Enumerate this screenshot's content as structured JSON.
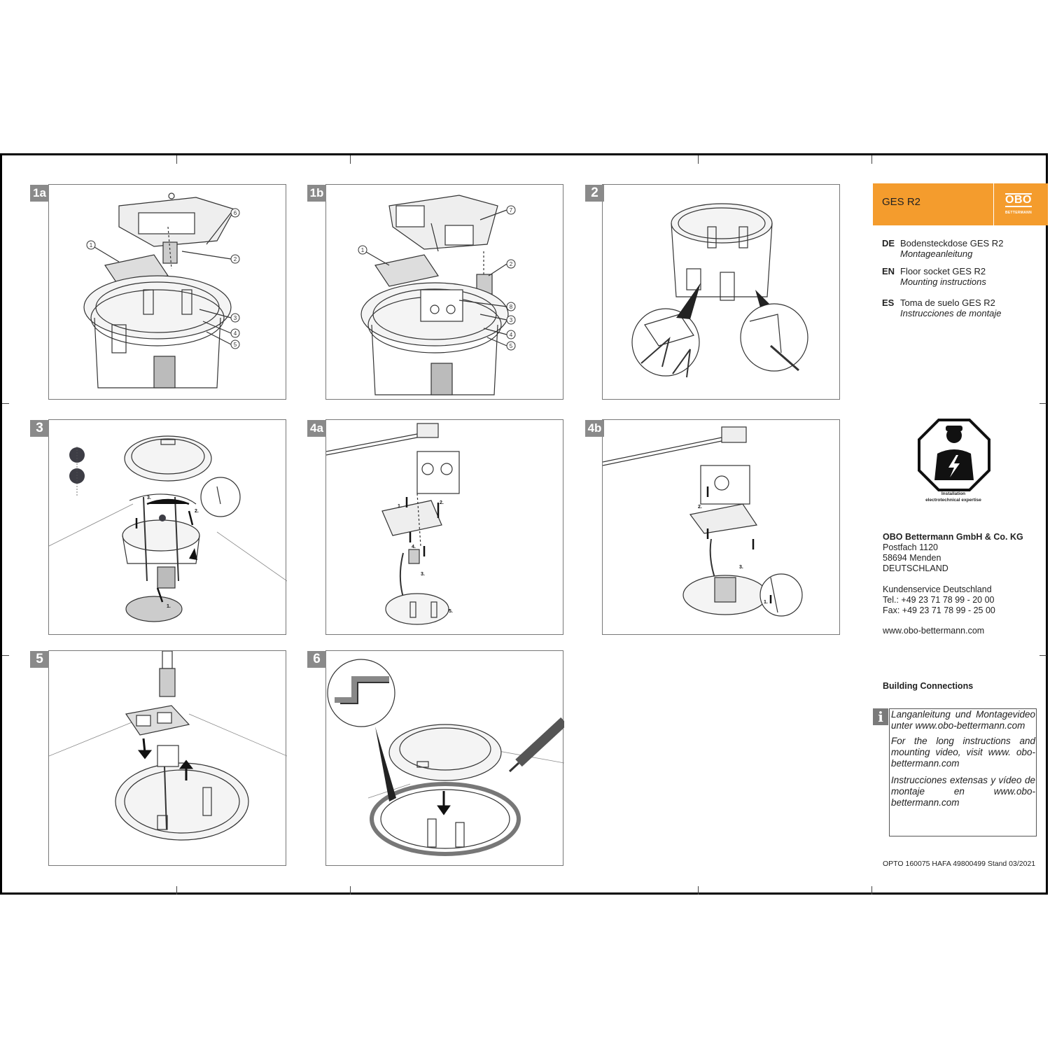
{
  "steps": {
    "s1a": "1a",
    "s1b": "1b",
    "s2": "2",
    "s3": "3",
    "s4a": "4a",
    "s4b": "4b",
    "s5": "5",
    "s6": "6"
  },
  "callouts": {
    "c1": "1",
    "c2": "2",
    "c3": "3",
    "c4": "4",
    "c5": "5",
    "c6": "6",
    "c7": "7",
    "c8": "8"
  },
  "step_labels": {
    "one": "1.",
    "two": "2.",
    "three": "3.",
    "four": "4.",
    "five": "5."
  },
  "header": {
    "product": "GES R2",
    "logo_text": "OBO",
    "logo_sub": "BETTERMANN"
  },
  "languages": [
    {
      "code": "DE",
      "name": "Bodensteckdose GES R2",
      "subtitle": "Montageanleitung"
    },
    {
      "code": "EN",
      "name": "Floor socket GES R2",
      "subtitle": "Mounting instructions"
    },
    {
      "code": "ES",
      "name": "Toma de suelo GES R2",
      "subtitle": "Instrucciones de montaje"
    }
  ],
  "warning": {
    "icon": "electrician-octagon-icon",
    "caption_line1": "Installation",
    "caption_line2": "electrotechnical expertise"
  },
  "company": {
    "name": "OBO Bettermann GmbH & Co. KG",
    "po_box": "Postfach 1120",
    "city": "58694 Menden",
    "country": "DEUTSCHLAND",
    "service": "Kundenservice Deutschland",
    "tel": "Tel.: +49 23 71 78 99 - 20 00",
    "fax": "Fax: +49 23 71 78 99 - 25 00",
    "web": "www.obo-bettermann.com"
  },
  "category": "Building Connections",
  "info": {
    "icon": "info-icon",
    "icon_char": "i",
    "de": "Langanleitung und Montagevideo unter www.obo-bettermann.com",
    "en": "For the long instructions and mounting video, visit www. obo-bettermann.com",
    "es": "Instrucciones extensas y vídeo de montaje en www.obo-bettermann.com"
  },
  "footer": "OPTO 160075 HAFA 49800499 Stand 03/2021"
}
